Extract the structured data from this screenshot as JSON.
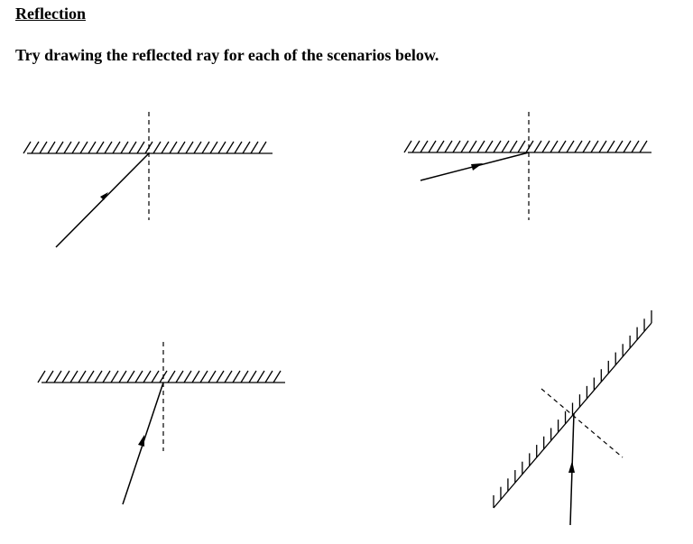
{
  "header": {
    "title": "Reflection",
    "instruction": "Try drawing the reflected ray for each of the scenarios below."
  },
  "colors": {
    "ink": "#000000",
    "background": "#ffffff"
  },
  "scenarios": [
    {
      "mirror": "horizontal",
      "incident_ray": "from lower-left, steep angle"
    },
    {
      "mirror": "horizontal",
      "incident_ray": "from left, grazing angle"
    },
    {
      "mirror": "horizontal",
      "incident_ray": "from below-left, near normal"
    },
    {
      "mirror": "inclined",
      "incident_ray": "vertical, from below"
    }
  ]
}
